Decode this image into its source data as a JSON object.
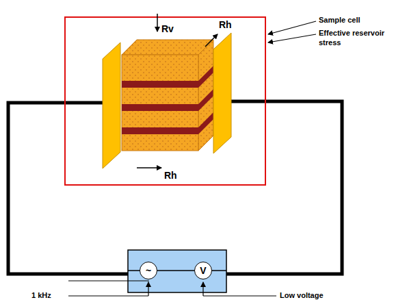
{
  "diagram": {
    "nodes": [
      {
        "text": [
          "~"
        ]
      },
      {
        "text": [
          "V"
        ]
      }
    ],
    "edges": [
      {
        "from": 0,
        "to": 1,
        "arrow": "none"
      }
    ],
    "labels": [
      "Rv",
      "Rh",
      "Rh",
      "Sample cell",
      "Effective reservoir stress",
      "1 kHz",
      "Low voltage"
    ]
  }
}
